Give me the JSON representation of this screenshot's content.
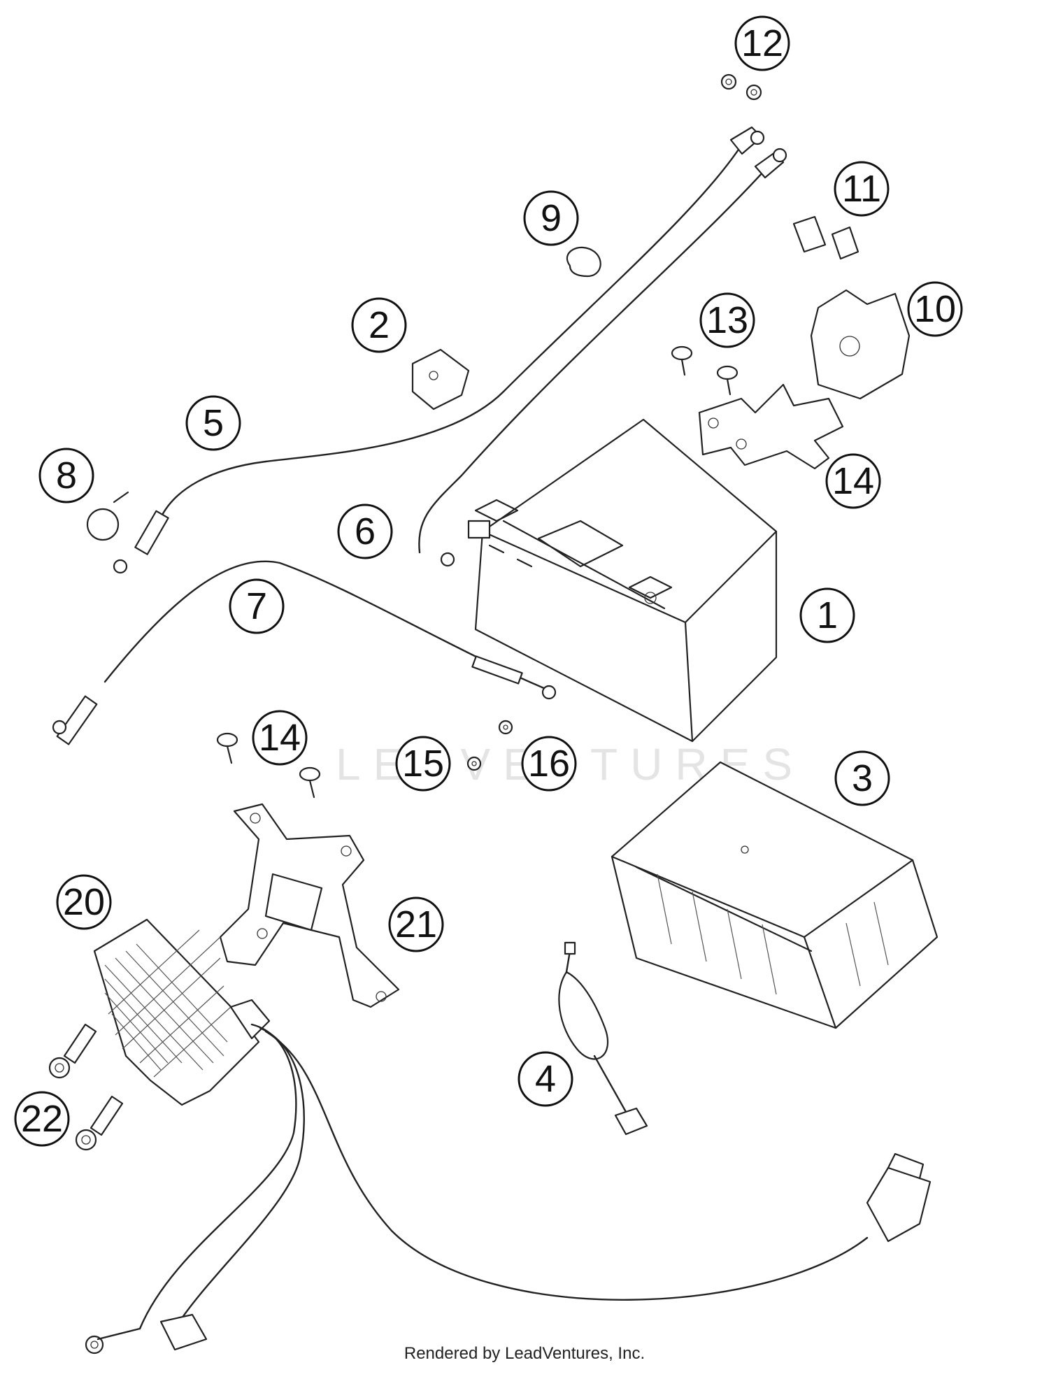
{
  "callouts": [
    "1",
    "2",
    "3",
    "4",
    "5",
    "6",
    "7",
    "8",
    "9",
    "10",
    "11",
    "12",
    "13",
    "14",
    "14",
    "15",
    "16",
    "20",
    "21",
    "22"
  ],
  "watermark": "LEDVENTURES",
  "footer": "Rendered by LeadVentures, Inc."
}
